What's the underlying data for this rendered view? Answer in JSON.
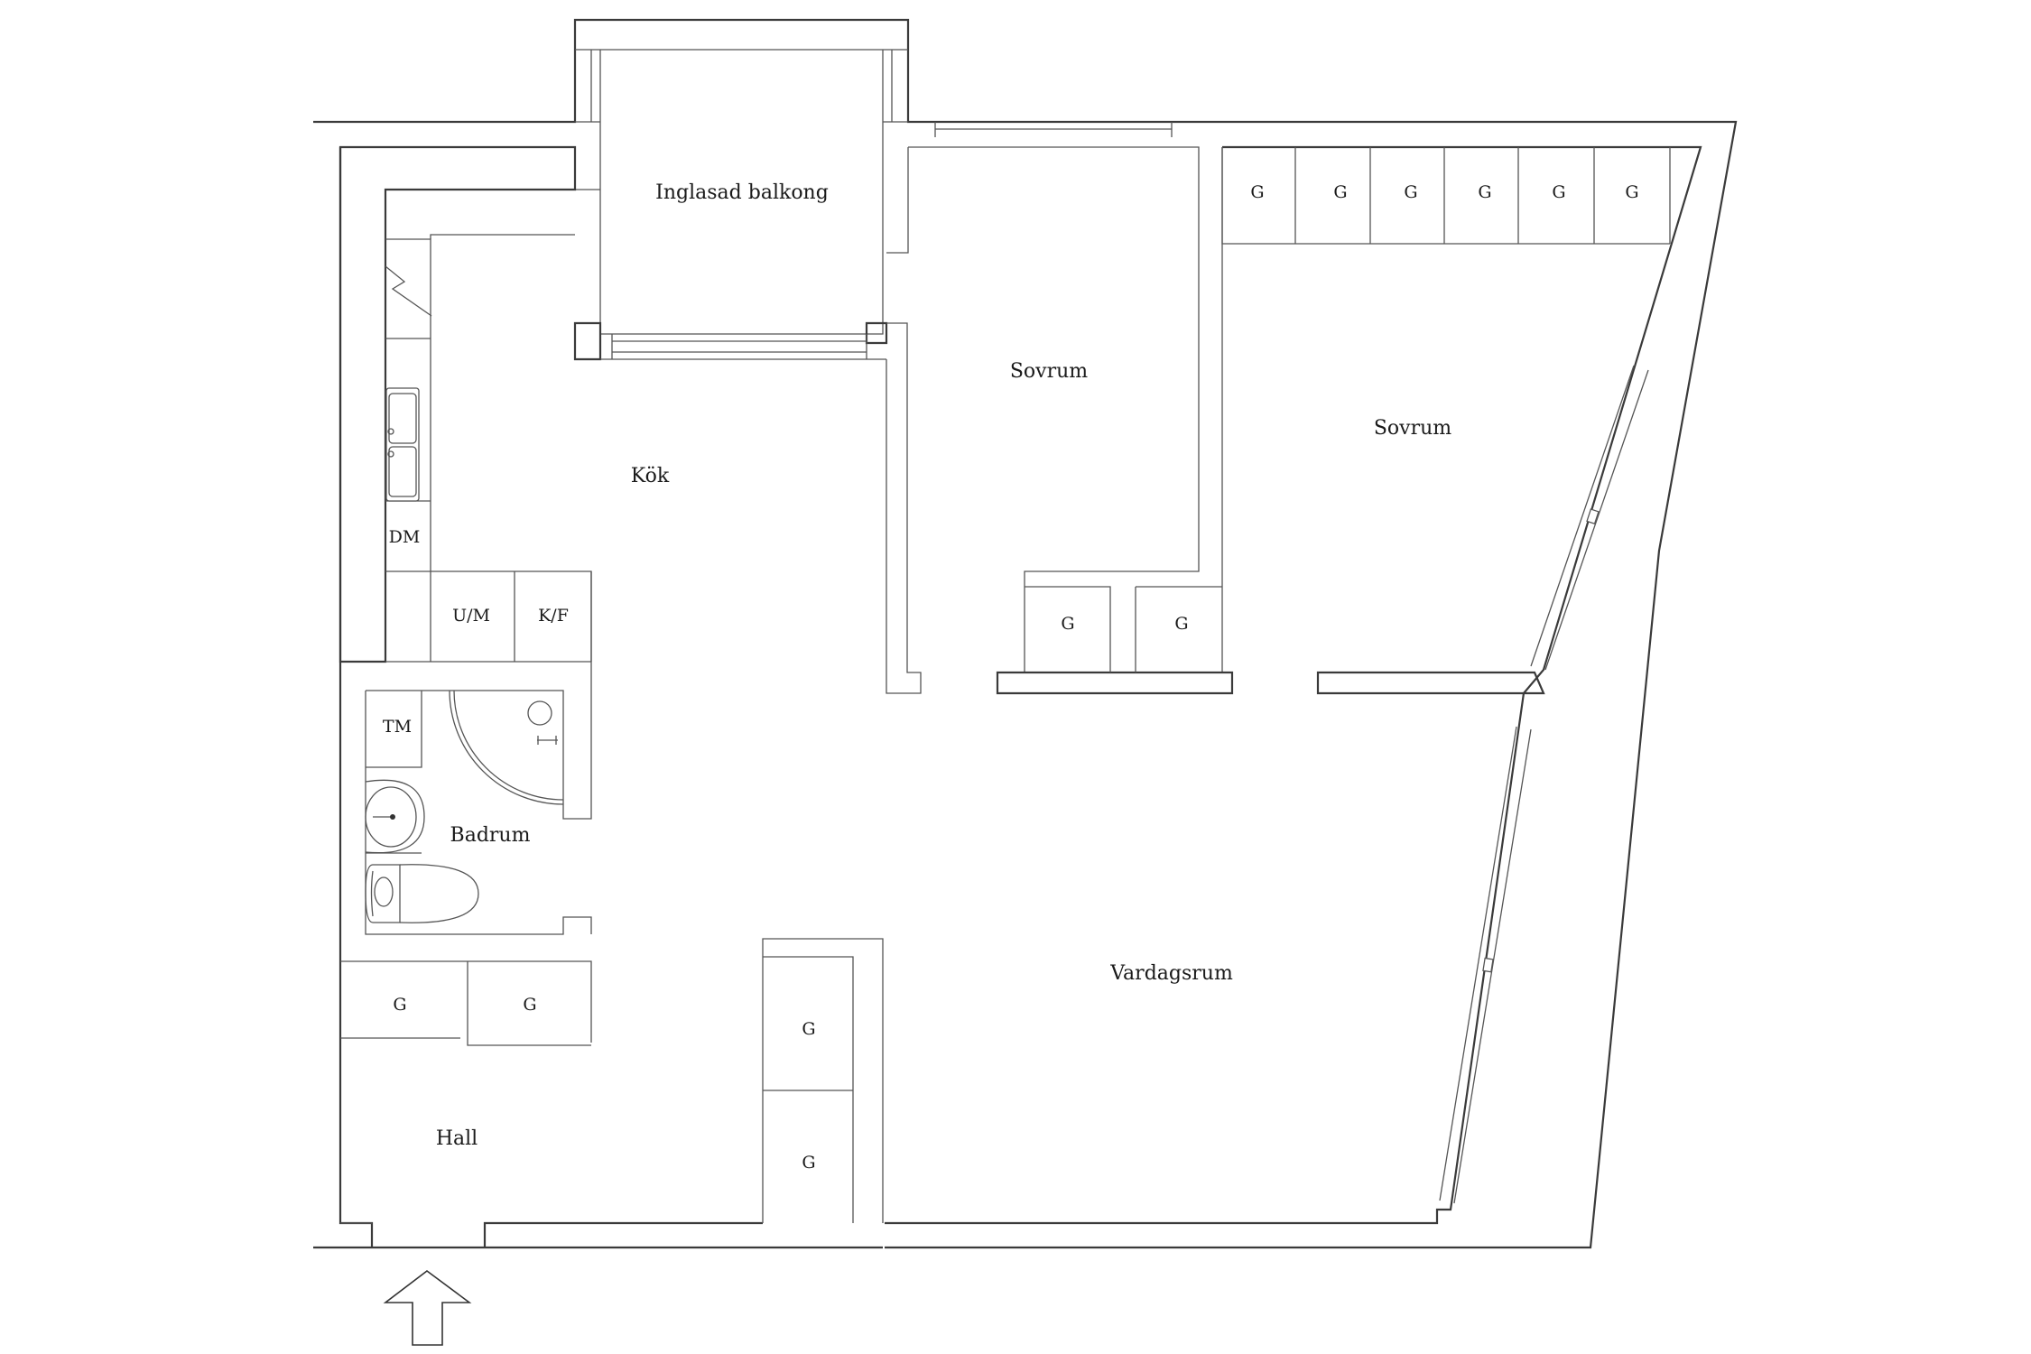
{
  "rooms": {
    "balcony": "Inglasad balkong",
    "kitchen": "Kök",
    "bedroom_1": "Sovrum",
    "bedroom_2": "Sovrum",
    "bathroom": "Badrum",
    "living_room": "Vardagsrum",
    "hall": "Hall"
  },
  "fixtures": {
    "dishwasher": "DM",
    "oven_microwave": "U/M",
    "fridge_freezer": "K/F",
    "washing_machine": "TM",
    "wardrobe": "G"
  },
  "icons": {
    "entrance": "entrance-arrow-icon",
    "sink": "double-sink-icon",
    "washbasin": "washbasin-icon",
    "toilet": "toilet-icon",
    "shower": "corner-shower-icon",
    "stove": "stove-icon"
  },
  "colors": {
    "wall": "#3a3a3a",
    "line": "#555555",
    "background": "#ffffff"
  }
}
